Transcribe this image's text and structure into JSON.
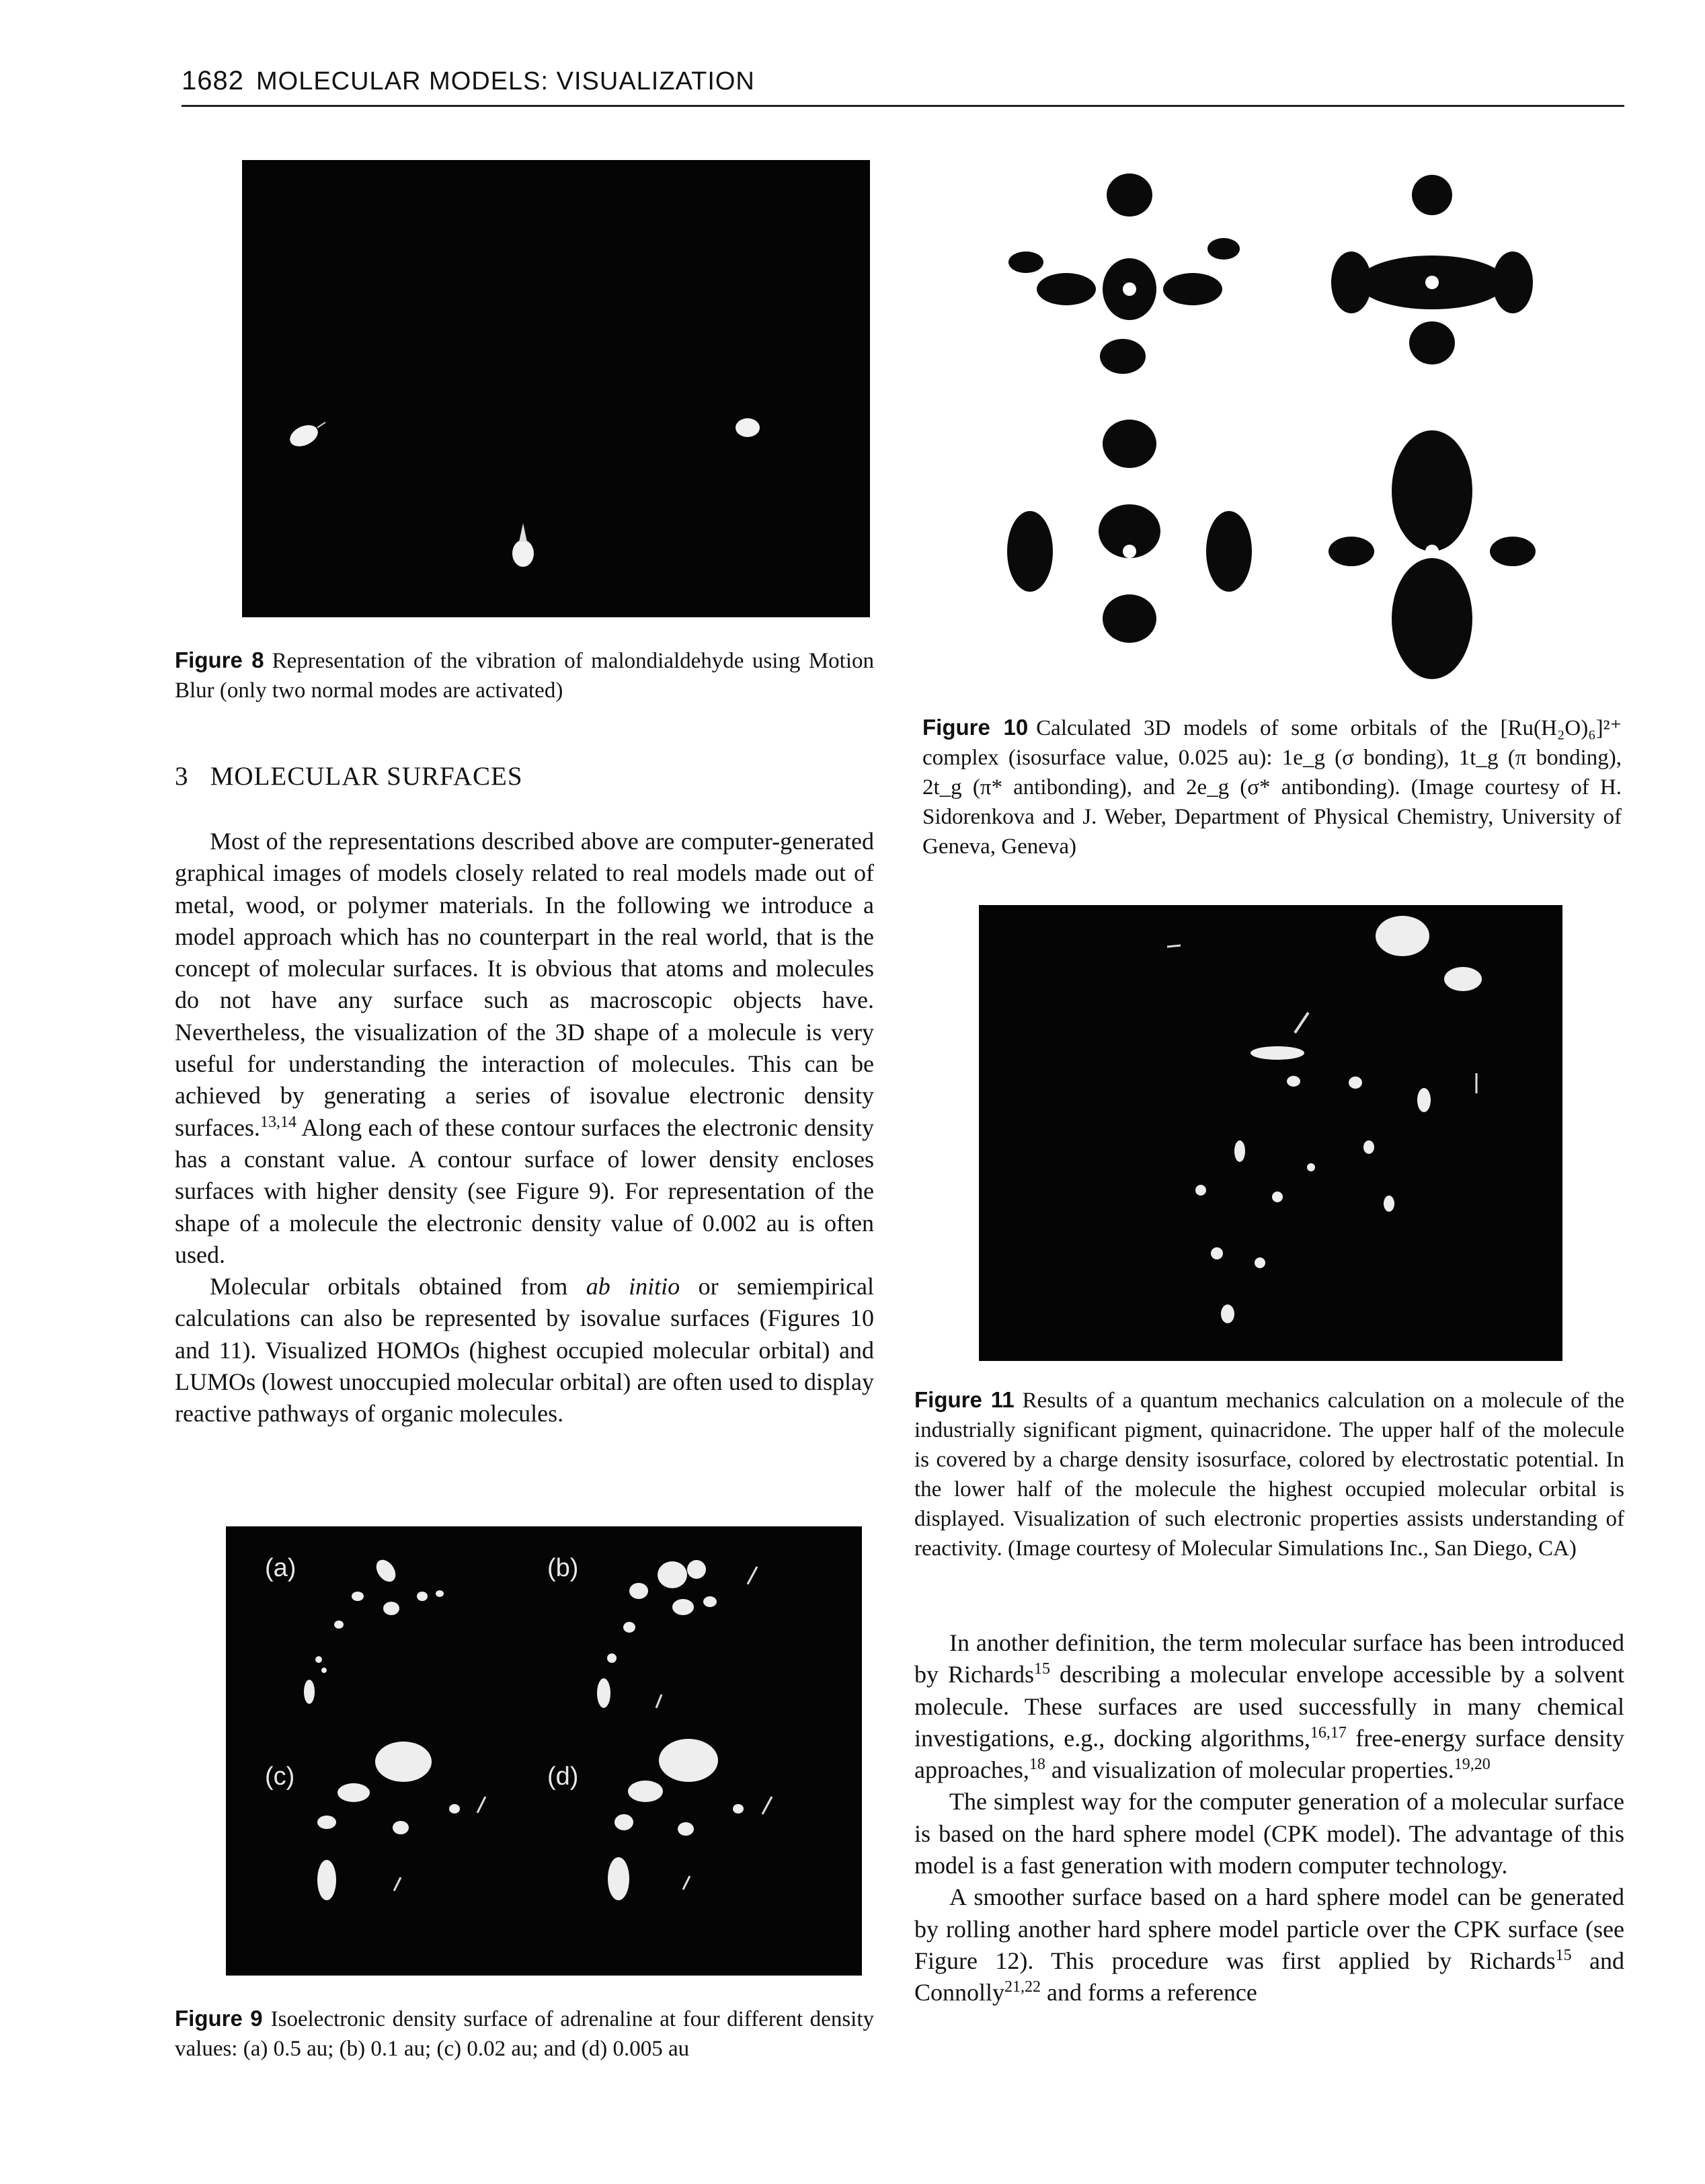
{
  "header": {
    "page_number": "1682",
    "running_title": "MOLECULAR MODELS: VISUALIZATION"
  },
  "figure8": {
    "label": "Figure 8",
    "caption": "Representation of the vibration of malondialdehyde using Motion Blur (only two normal modes are activated)"
  },
  "section3": {
    "number": "3",
    "title": "MOLECULAR SURFACES"
  },
  "left_text": {
    "p1_a": "Most of the representations described above are computer-generated graphical images of models closely related to real models made out of metal, wood, or polymer materials. In the following we introduce a model approach which has no counterpart in the real world, that is the concept of molecular surfaces. It is obvious that atoms and molecules do not have any surface such as macroscopic objects have. Nevertheless, the visualization of the 3D shape of a molecule is very useful for understanding the interaction of molecules. This can be achieved by generating a series of isovalue electronic density surfaces.",
    "p1_ref": "13,14",
    "p1_b": " Along each of these contour surfaces the electronic density has a constant value. A contour surface of lower density encloses surfaces with higher density (see Figure 9). For representation of the shape of a molecule the electronic density value of 0.002 au is often used.",
    "p2_a": "Molecular orbitals obtained from ",
    "p2_ital": "ab initio",
    "p2_b": " or semiempirical calculations can also be represented by isovalue surfaces (Figures 10 and 11). Visualized HOMOs (highest occupied molecular orbital) and LUMOs (lowest unoccupied molecular orbital) are often used to display reactive pathways of organic molecules."
  },
  "figure9": {
    "panel_labels": [
      "(a)",
      "(b)",
      "(c)",
      "(d)"
    ],
    "label": "Figure 9",
    "caption": "Isoelectronic density surface of adrenaline at four different density values: (a) 0.5 au; (b) 0.1 au; (c) 0.02 au; and (d) 0.005 au"
  },
  "figure10": {
    "label": "Figure 10",
    "caption": "Calculated 3D models of some orbitals of the [Ru(H₂O)₆]²⁺ complex (isosurface value, 0.025 au): 1e_g (σ bonding), 1t_g (π bonding), 2t_g (π* antibonding), and 2e_g (σ* antibonding). (Image courtesy of H. Sidorenkova and J. Weber, Department of Physical Chemistry, University of Geneva, Geneva)"
  },
  "figure11": {
    "label": "Figure 11",
    "caption": "Results of a quantum mechanics calculation on a molecule of the industrially significant pigment, quinacridone. The upper half of the molecule is covered by a charge density isosurface, colored by electrostatic potential. In the lower half of the molecule the highest occupied molecular orbital is displayed. Visualization of such electronic properties assists understanding of reactivity. (Image courtesy of Molecular Simulations Inc., San Diego, CA)"
  },
  "right_text": {
    "p1_a": "In another definition, the term molecular surface has been introduced by Richards",
    "p1_r1": "15",
    "p1_b": " describing a molecular envelope accessible by a solvent molecule. These surfaces are used successfully in many chemical investigations, e.g., docking algorithms,",
    "p1_r2": "16,17",
    "p1_c": " free-energy surface density approaches,",
    "p1_r3": "18",
    "p1_d": " and visualization of molecular properties.",
    "p1_r4": "19,20",
    "p2": "The simplest way for the computer generation of a molecular surface is based on the hard sphere model (CPK model). The advantage of this model is a fast generation with modern computer technology.",
    "p3_a": "A smoother surface based on a hard sphere model can be generated by rolling another hard sphere model particle over the CPK surface (see Figure 12). This procedure was first applied by Richards",
    "p3_r1": "15",
    "p3_b": " and Connolly",
    "p3_r2": "21,22",
    "p3_c": " and forms a reference"
  }
}
